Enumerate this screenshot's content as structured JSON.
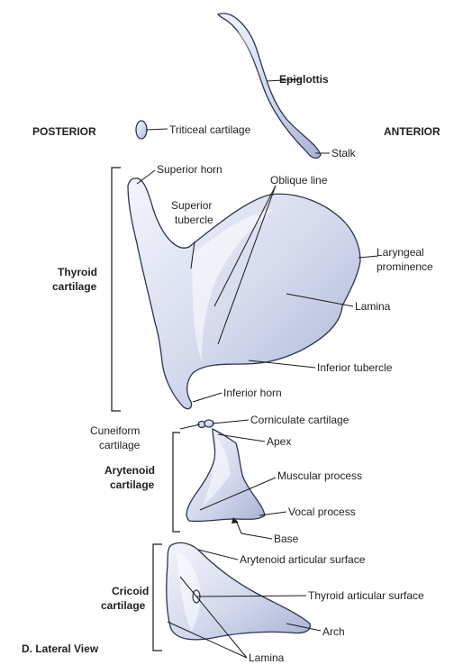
{
  "labels": {
    "epiglottis": "Epiglottis",
    "posterior": "POSTERIOR",
    "anterior": "ANTERIOR",
    "triticeal": "Triticeal cartilage",
    "stalk": "Stalk",
    "superior_horn": "Superior horn",
    "oblique_line": "Oblique line",
    "superior_tubercle_1": "Superior",
    "superior_tubercle_2": "tubercle",
    "laryngeal_1": "Laryngeal",
    "laryngeal_2": "prominence",
    "thyroid_1": "Thyroid",
    "thyroid_2": "cartilage",
    "lamina": "Lamina",
    "inferior_tubercle": "Inferior tubercle",
    "inferior_horn": "Inferior horn",
    "cuneiform_1": "Cuneiform",
    "cuneiform_2": "cartilage",
    "corniculate": "Corniculate cartilage",
    "apex": "Apex",
    "arytenoid_1": "Arytenoid",
    "arytenoid_2": "cartilage",
    "muscular_process": "Muscular process",
    "vocal_process": "Vocal process",
    "base": "Base",
    "arytenoid_articular": "Arytenoid articular surface",
    "cricoid_1": "Cricoid",
    "cricoid_2": "cartilage",
    "thyroid_articular": "Thyroid articular surface",
    "arch": "Arch",
    "view_title": "D. Lateral View",
    "cricoid_lamina": "Lamina"
  },
  "colors": {
    "cartilage_light": "#f1f3fb",
    "cartilage_mid": "#c9cfe6",
    "cartilage_dark": "#a7b0d3",
    "outline": "#2c3550"
  }
}
